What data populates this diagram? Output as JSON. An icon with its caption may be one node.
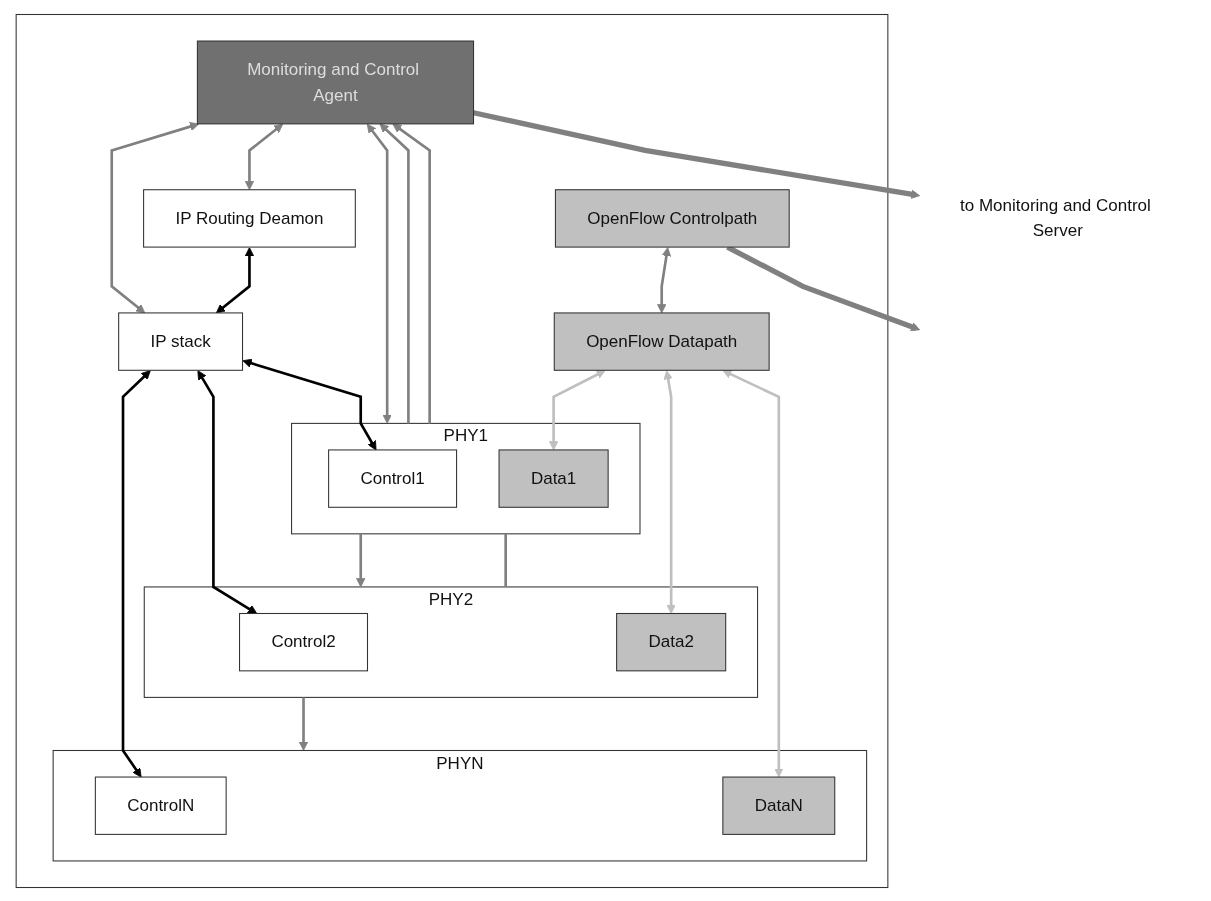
{
  "diagram": {
    "nodes": [
      {
        "text": [
          "to Monitoring and Control Server"
        ]
      },
      {
        "text": [],
        "shape": "box"
      },
      {
        "text": [
          "Monitoring and Control Agent"
        ],
        "in": 1
      },
      {
        "text": [
          "IP Routing Deamon"
        ],
        "in": 1
      },
      {
        "text": [
          "IP stack"
        ],
        "in": 1
      },
      {
        "text": [
          "OpenFlow Controlpath"
        ],
        "in": 1
      },
      {
        "text": [
          "OpenFlow Datapath"
        ],
        "in": 1
      },
      {
        "text": [
          "PHY1"
        ],
        "in": 1
      },
      {
        "text": [
          "Control1"
        ],
        "in": 7
      },
      {
        "text": [
          "Data1"
        ],
        "in": 7
      },
      {
        "text": [
          "PHY2"
        ],
        "in": 1
      },
      {
        "text": [
          "Control2"
        ],
        "in": 10
      },
      {
        "text": [
          "Data2"
        ],
        "in": 10
      },
      {
        "text": [
          "PHYN"
        ],
        "in": 1
      },
      {
        "text": [
          "ControlN"
        ],
        "in": 13
      },
      {
        "text": [
          "DataN"
        ],
        "in": 13
      }
    ],
    "edges": [
      {
        "from": 2,
        "to": 0,
        "arrow": "to",
        "style": "thick"
      },
      {
        "from": 5,
        "to": null,
        "arrow": "to",
        "style": "thick"
      },
      {
        "from": 2,
        "to": 3,
        "arrow": "both"
      },
      {
        "from": 2,
        "to": 4,
        "arrow": "both"
      },
      {
        "from": 3,
        "to": 4,
        "arrow": "both",
        "color": "#000000"
      },
      {
        "from": 5,
        "to": 6,
        "arrow": "both"
      },
      {
        "from": 4,
        "to": 8,
        "arrow": "both",
        "color": "#000000"
      },
      {
        "from": 4,
        "to": 11,
        "arrow": "both",
        "color": "#000000"
      },
      {
        "from": 4,
        "to": 14,
        "arrow": "both",
        "color": "#000000"
      },
      {
        "from": 6,
        "to": 9,
        "arrow": "both",
        "color": "#bfbfbf"
      },
      {
        "from": 6,
        "to": 12,
        "arrow": "both",
        "color": "#bfbfbf"
      },
      {
        "from": 6,
        "to": 15,
        "arrow": "both",
        "color": "#bfbfbf"
      },
      {
        "from": 2,
        "to": 7,
        "arrow": "both"
      },
      {
        "from": 7,
        "to": 2,
        "arrow": "to"
      },
      {
        "from": 7,
        "to": 2,
        "arrow": "to"
      },
      {
        "from": 7,
        "to": 10,
        "arrow": "to"
      },
      {
        "from": 7,
        "to": 10,
        "arrow": "none"
      },
      {
        "from": 10,
        "to": 13,
        "arrow": "to"
      }
    ]
  }
}
